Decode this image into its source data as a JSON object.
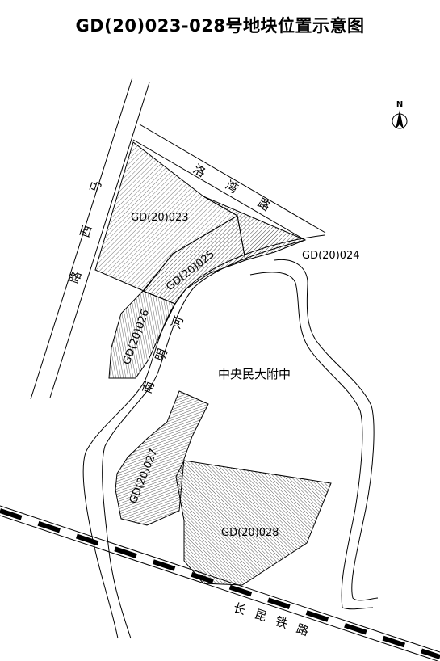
{
  "title": "GD(20)023-028号地块位置示意图",
  "north_arrow": {
    "label": "N"
  },
  "roads": {
    "luowan": [
      "洛",
      "湾",
      "路"
    ],
    "maxi": [
      "马",
      "西",
      "路"
    ],
    "railway": [
      "长",
      "昆",
      "铁",
      "路"
    ]
  },
  "river": [
    "南",
    "明",
    "河"
  ],
  "school": "中央民大附中",
  "parcels": {
    "p023": "GD(20)023",
    "p024": "GD(20)024",
    "p025": "GD(20)025",
    "p026": "GD(20)026",
    "p027": "GD(20)027",
    "p028": "GD(20)028"
  }
}
